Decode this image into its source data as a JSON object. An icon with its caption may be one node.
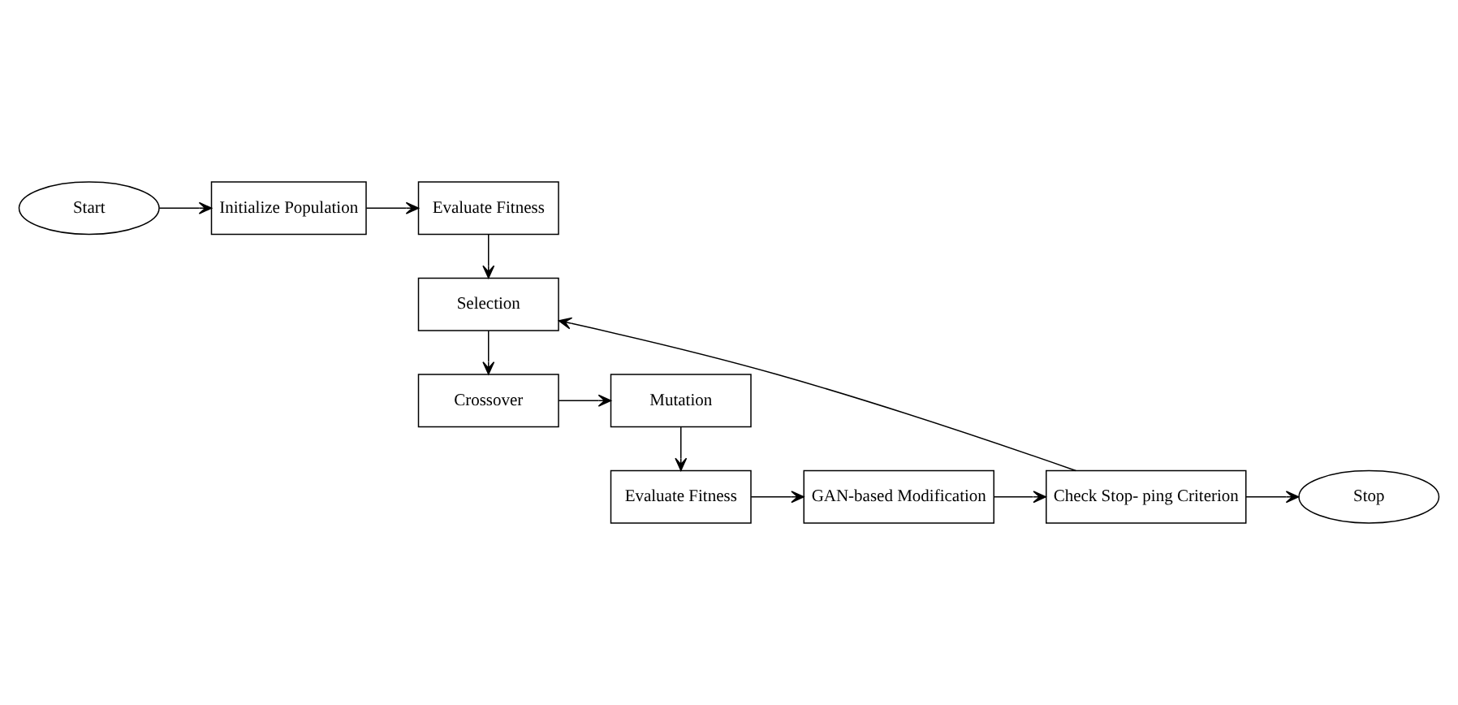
{
  "diagram": {
    "nodes": [
      {
        "text": [
          "Start"
        ]
      },
      {
        "text": [
          "Initialize Population"
        ]
      },
      {
        "text": [
          "Evaluate Fitness"
        ]
      },
      {
        "text": [
          "Selection"
        ]
      },
      {
        "text": [
          "Crossover"
        ]
      },
      {
        "text": [
          "Mutation"
        ]
      },
      {
        "text": [
          "Evaluate Fitness"
        ]
      },
      {
        "text": [
          "GAN-based Modification"
        ]
      },
      {
        "text": [
          "Check Stop- ping Criterion"
        ]
      },
      {
        "text": [
          "Stop"
        ]
      }
    ],
    "edges": [
      {
        "from": 0,
        "to": 1,
        "arrow": "to"
      },
      {
        "from": 1,
        "to": 2,
        "arrow": "to"
      },
      {
        "from": 2,
        "to": 3,
        "arrow": "to"
      },
      {
        "from": 3,
        "to": 4,
        "arrow": "to"
      },
      {
        "from": 4,
        "to": 5,
        "arrow": "to"
      },
      {
        "from": 5,
        "to": 6,
        "arrow": "to"
      },
      {
        "from": 6,
        "to": 7,
        "arrow": "to"
      },
      {
        "from": 7,
        "to": 8,
        "arrow": "to"
      },
      {
        "from": 8,
        "to": 3,
        "arrow": "to"
      },
      {
        "from": 8,
        "to": 9,
        "arrow": "to"
      }
    ]
  }
}
